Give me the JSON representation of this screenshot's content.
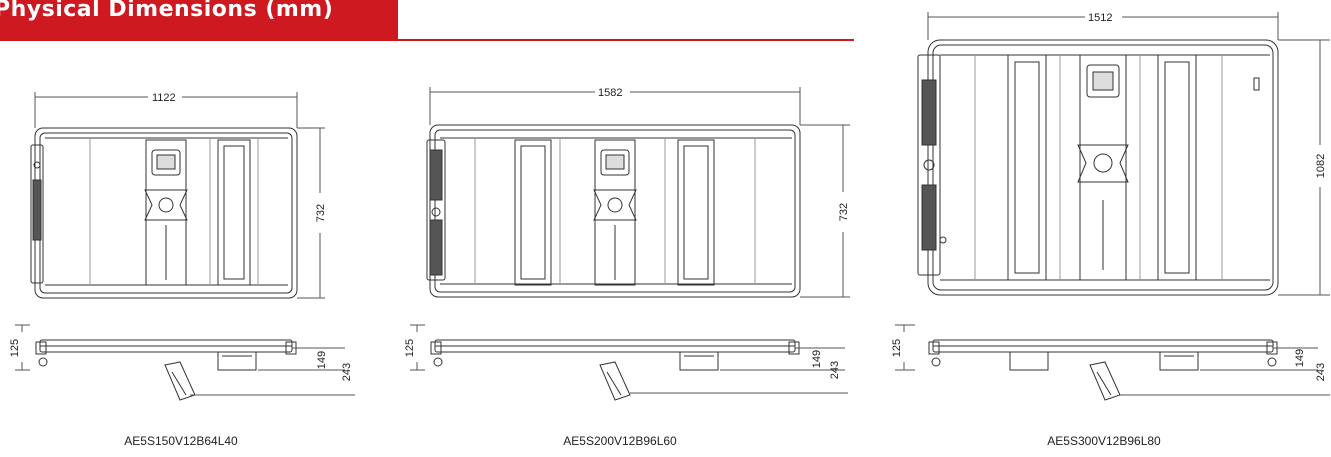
{
  "header": {
    "title": "Physical Dimensions (mm)"
  },
  "colors": {
    "accent": "#cf1920",
    "line": "#333333"
  },
  "units": [
    {
      "model": "AE5S150V12B64L40",
      "width": "1122",
      "height": "732",
      "side_a": "125",
      "side_b": "149",
      "side_c": "243"
    },
    {
      "model": "AE5S200V12B96L60",
      "width": "1582",
      "height": "732",
      "side_a": "125",
      "side_b": "149",
      "side_c": "243"
    },
    {
      "model": "AE5S300V12B96L80",
      "width": "1512",
      "height": "1082",
      "side_a": "125",
      "side_b": "149",
      "side_c": "243"
    }
  ]
}
